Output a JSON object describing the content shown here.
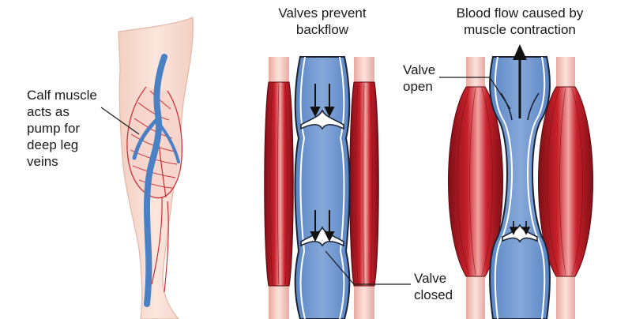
{
  "labels": {
    "calf_muscle": [
      "Calf muscle",
      "acts as",
      "pump for",
      "deep leg",
      "veins"
    ],
    "valves_prevent": [
      "Valves prevent",
      "backflow"
    ],
    "blood_flow": [
      "Blood flow caused by",
      "muscle contraction"
    ],
    "valve_open": [
      "Valve",
      "open"
    ],
    "valve_closed": [
      "Valve",
      "closed"
    ]
  },
  "colors": {
    "skin": "#f8ddd2",
    "skin_outline": "#e2b7a8",
    "muscle_red": "#c8202a",
    "muscle_dark": "#8c1119",
    "muscle_highlight": "#f4b9b6",
    "vein_blue": "#4a80c4",
    "blood_blue": "#6f98cf",
    "blood_light": "#a9c1e6",
    "wall_outline": "#1d2333",
    "leader_line": "#1a1a1a"
  }
}
